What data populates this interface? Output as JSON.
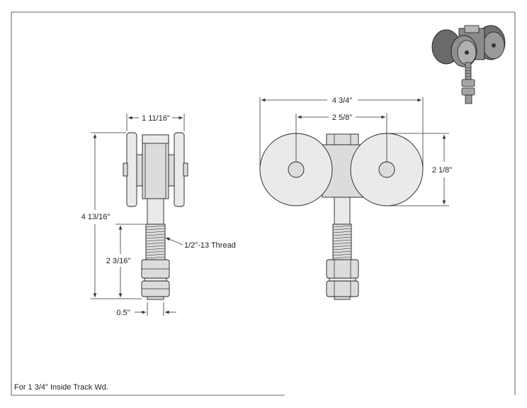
{
  "dimensions": {
    "side_width": "1 11/16\"",
    "overall_height": "4 13/16\"",
    "thread_length": "2 3/16\"",
    "stud_diameter": "0.5\"",
    "thread_callout": "1/2\"-13 Thread",
    "front_width": "4 3/4\"",
    "wheel_spacing": "2 5/8\"",
    "wheel_height": "2 1/8\""
  },
  "note": "For 1 3/4\" Inside Track Wd."
}
